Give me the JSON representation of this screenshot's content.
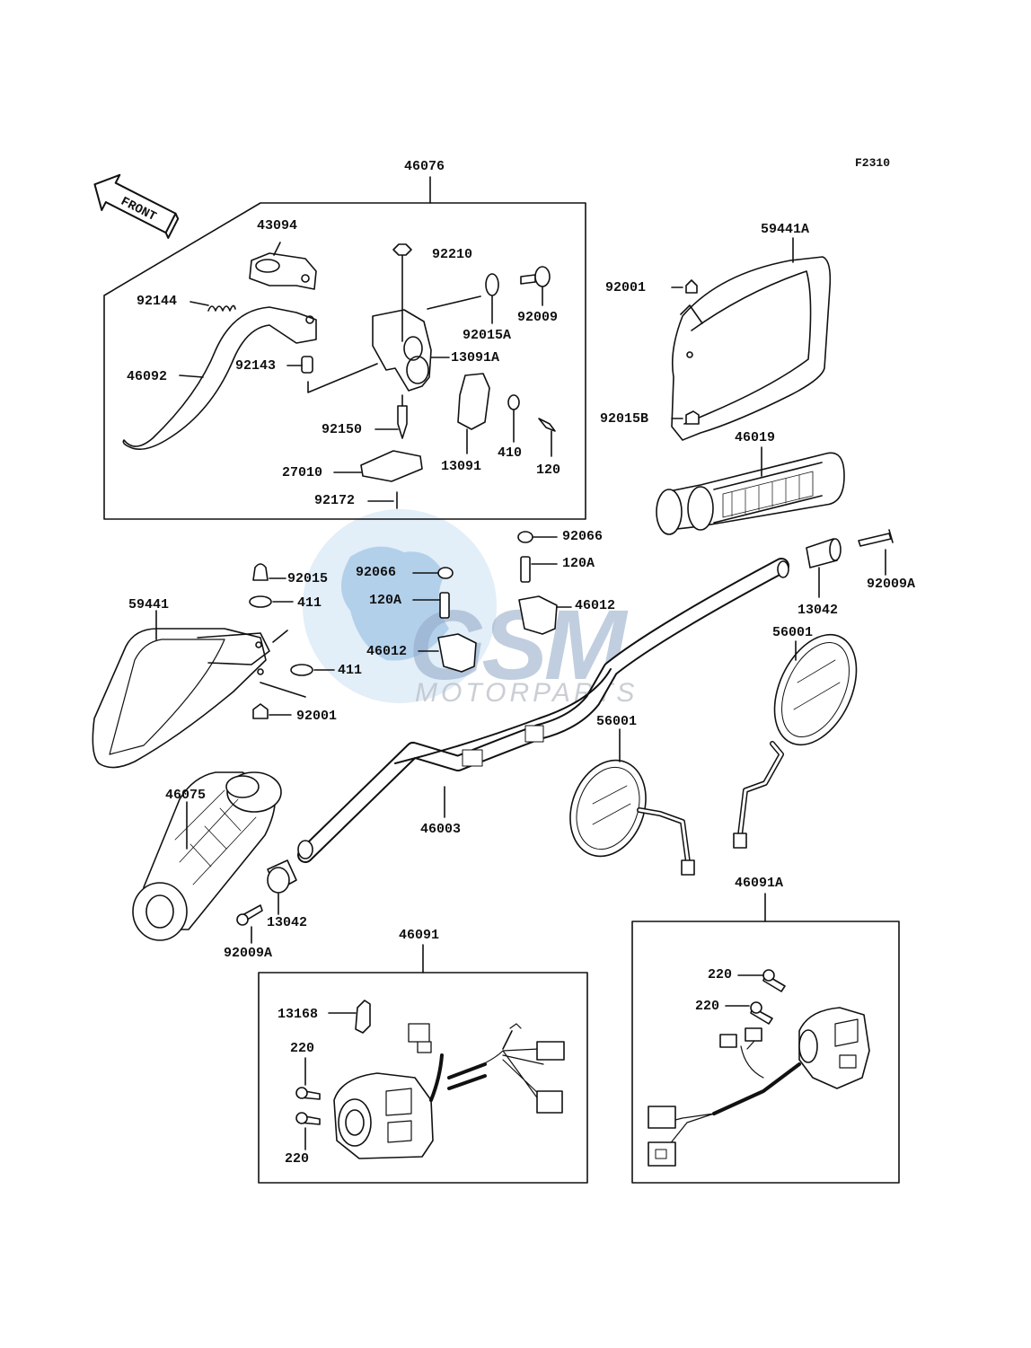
{
  "figure_code": "F2310",
  "front_label": "FRONT",
  "watermark": {
    "brand": "GSM",
    "sub": "MOTORPARTS"
  },
  "parts": {
    "p46076": "46076",
    "p43094": "43094",
    "p92144": "92144",
    "p46092": "46092",
    "p92143": "92143",
    "p92150": "92150",
    "p27010": "27010",
    "p92172": "92172",
    "p92210": "92210",
    "p92009": "92009",
    "p92015A": "92015A",
    "p13091A": "13091A",
    "p13091": "13091",
    "p410": "410",
    "p120": "120",
    "p59441A": "59441A",
    "p92001_r": "92001",
    "p92015B": "92015B",
    "p46019": "46019",
    "p92066_a": "92066",
    "p92066_b": "92066",
    "p120A_a": "120A",
    "p120A_b": "120A",
    "p46012_a": "46012",
    "p46012_b": "46012",
    "p92015": "92015",
    "p411_a": "411",
    "p411_b": "411",
    "p59441": "59441",
    "p92001_l": "92001",
    "p13042_r": "13042",
    "p92009A_r": "92009A",
    "p56001_r": "56001",
    "p56001_c": "56001",
    "p46003": "46003",
    "p46075": "46075",
    "p13042_l": "13042",
    "p92009A_l": "92009A",
    "p46091": "46091",
    "p13168": "13168",
    "p220_a": "220",
    "p220_b": "220",
    "p46091A": "46091A",
    "p220_c": "220",
    "p220_d": "220"
  }
}
